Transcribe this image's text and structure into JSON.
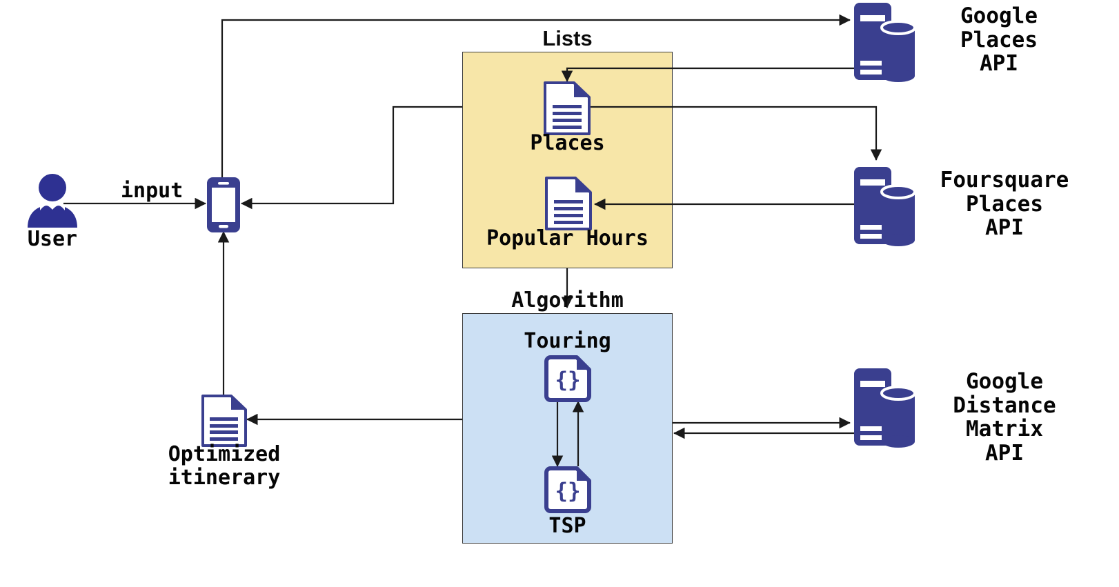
{
  "diagram": {
    "title": "Travel Itinerary Planning System Architecture",
    "colors": {
      "accent_dark_blue": "#2E3192",
      "icon_navy": "#3A3F8F",
      "lists_group_fill": "#F7E6A8",
      "algorithm_group_fill": "#CCE0F4",
      "group_border": "#3B3B3B",
      "edge_stroke": "#1A1A1A",
      "text": "#050505",
      "page_background": "#FFFFFF"
    },
    "groups": [
      {
        "id": "lists",
        "title": "Lists",
        "fill": "#F7E6A8",
        "title_font": "sans-serif"
      },
      {
        "id": "algorithm",
        "title": "Algorithm",
        "fill": "#CCE0F4",
        "title_font": "monospace"
      }
    ],
    "nodes": [
      {
        "id": "user",
        "label": "User",
        "icon": "user-icon",
        "group": null
      },
      {
        "id": "phone",
        "label": "",
        "icon": "mobile-phone-icon",
        "group": null
      },
      {
        "id": "places",
        "label": "Places",
        "icon": "document-icon",
        "group": "lists"
      },
      {
        "id": "popular_hours",
        "label": "Popular Hours",
        "icon": "document-icon",
        "group": "lists"
      },
      {
        "id": "touring",
        "label": "Touring",
        "icon": "code-file-icon",
        "group": "algorithm"
      },
      {
        "id": "tsp",
        "label": "TSP",
        "icon": "code-file-icon",
        "group": "algorithm"
      },
      {
        "id": "optimized_itinerary",
        "label": "Optimized\nitinerary",
        "icon": "document-icon",
        "group": null
      },
      {
        "id": "google_places_api",
        "label": "Google\nPlaces\nAPI",
        "icon": "server-database-icon",
        "group": null
      },
      {
        "id": "foursquare_places_api",
        "label": "Foursquare\nPlaces\nAPI",
        "icon": "server-database-icon",
        "group": null
      },
      {
        "id": "google_distance_matrix_api",
        "label": "Google\nDistance\nMatrix\nAPI",
        "icon": "server-database-icon",
        "group": null
      }
    ],
    "edges": [
      {
        "id": "user-to-phone",
        "from": "user",
        "to": "phone",
        "label": "input"
      },
      {
        "id": "phone-to-google-places",
        "from": "phone",
        "to": "google_places_api",
        "label": ""
      },
      {
        "id": "google-places-to-places",
        "from": "google_places_api",
        "to": "places",
        "label": ""
      },
      {
        "id": "places-to-foursquare",
        "from": "places",
        "to": "foursquare_places_api",
        "label": ""
      },
      {
        "id": "foursquare-to-popular-hours",
        "from": "foursquare_places_api",
        "to": "popular_hours",
        "label": ""
      },
      {
        "id": "lists-to-phone",
        "from": "lists",
        "to": "phone",
        "label": ""
      },
      {
        "id": "lists-to-algorithm",
        "from": "lists",
        "to": "algorithm",
        "label": ""
      },
      {
        "id": "touring-to-tsp",
        "from": "touring",
        "to": "tsp",
        "label": ""
      },
      {
        "id": "tsp-to-touring",
        "from": "tsp",
        "to": "touring",
        "label": ""
      },
      {
        "id": "algorithm-to-distance-matrix",
        "from": "algorithm",
        "to": "google_distance_matrix_api",
        "label": ""
      },
      {
        "id": "distance-matrix-to-algorithm",
        "from": "google_distance_matrix_api",
        "to": "algorithm",
        "label": ""
      },
      {
        "id": "algorithm-to-itinerary",
        "from": "algorithm",
        "to": "optimized_itinerary",
        "label": ""
      },
      {
        "id": "itinerary-to-phone",
        "from": "optimized_itinerary",
        "to": "phone",
        "label": ""
      }
    ],
    "edge_labels": {
      "input": "input"
    }
  }
}
